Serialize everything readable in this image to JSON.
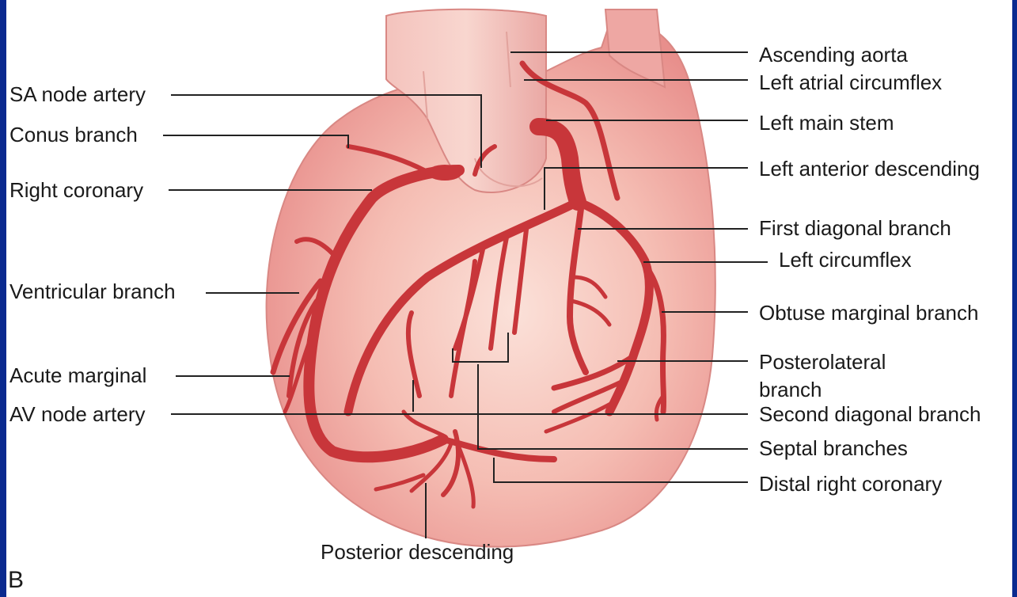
{
  "diagram": {
    "labels": {
      "ascending_aorta": "Ascending aorta",
      "left_atrial_circumflex": "Left atrial circumflex",
      "sa_node_artery": "SA node artery",
      "conus_branch": "Conus branch",
      "left_main_stem": "Left main stem",
      "right_coronary": "Right coronary",
      "left_anterior_descending": "Left anterior descending",
      "first_diagonal_branch": "First diagonal branch",
      "left_circumflex": "Left circumflex",
      "ventricular_branch": "Ventricular branch",
      "obtuse_marginal_branch": "Obtuse marginal branch",
      "posterolateral_line1": "Posterolateral",
      "posterolateral_line2": "branch",
      "acute_marginal": "Acute marginal",
      "av_node_artery": "AV node artery",
      "second_diagonal_branch": "Second diagonal branch",
      "septal_branches": "Septal branches",
      "distal_right_coronary": "Distal right coronary",
      "posterior_descending": "Posterior descending"
    },
    "panel_letter": "B",
    "colors": {
      "frame": "#0a2a8f",
      "background": "#ffffff",
      "heart": "#f2a7a3",
      "artery": "#c8363a",
      "leader_line": "#222222"
    }
  }
}
